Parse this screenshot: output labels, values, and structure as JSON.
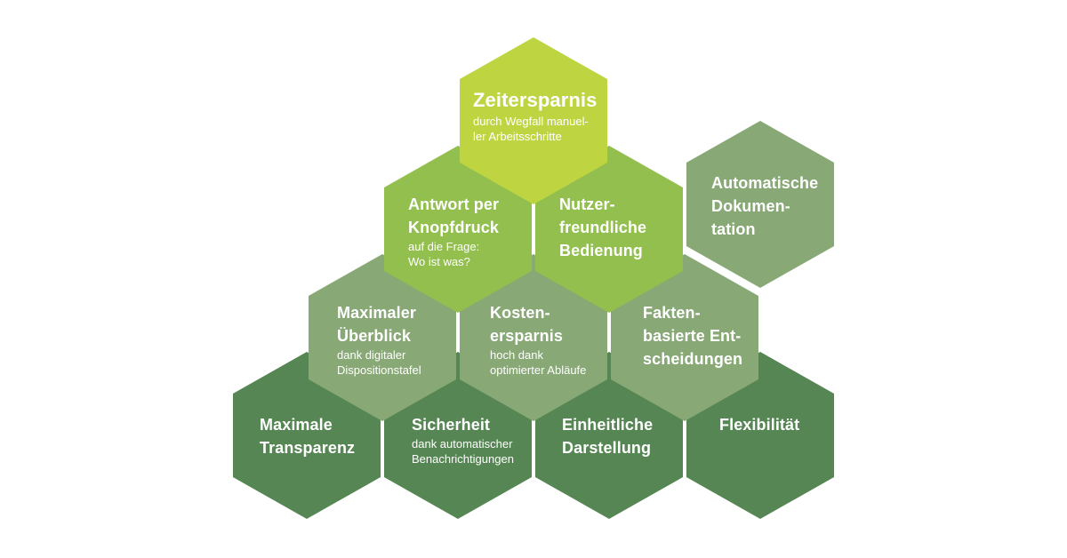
{
  "colors": {
    "lime": "#bed541",
    "light_green": "#92bf4d",
    "sage": "#88a876",
    "dark_green": "#568653",
    "overlap_lime_light": "#a6cb45",
    "overlap_light_sage": "#7aa83e",
    "overlap_sage_dark": "#6c9a62",
    "text": "#ffffff"
  },
  "hexagons": [
    {
      "id": "zeitersparnis",
      "title": "Zeitersparnis",
      "subtitle": "durch Wegfall manuel-\nler Arbeitsschritte"
    },
    {
      "id": "antwort",
      "title": "Antwort per\nKnopfdruck",
      "subtitle": "auf die Frage:\nWo ist was?"
    },
    {
      "id": "nutzerfreundlich",
      "title": "Nutzer-\nfreundliche\nBedienung",
      "subtitle": ""
    },
    {
      "id": "dokumentation",
      "title": "Automatische\nDokumen-\ntation",
      "subtitle": ""
    },
    {
      "id": "ueberblick",
      "title": "Maximaler\nÜberblick",
      "subtitle": "dank digitaler\nDispositionstafel"
    },
    {
      "id": "kostenersparnis",
      "title": "Kosten-\nersparnis",
      "subtitle": "hoch dank\noptimierter Abläufe"
    },
    {
      "id": "faktenbasiert",
      "title": "Fakten-\nbasierte Ent-\nscheidungen",
      "subtitle": ""
    },
    {
      "id": "transparenz",
      "title": "Maximale\nTransparenz",
      "subtitle": ""
    },
    {
      "id": "sicherheit",
      "title": "Sicherheit",
      "subtitle": "dank automatischer\nBenachrichtigungen"
    },
    {
      "id": "darstellung",
      "title": "Einheitliche\nDarstellung",
      "subtitle": ""
    },
    {
      "id": "flexibilitaet",
      "title": "Flexibilität",
      "subtitle": ""
    }
  ]
}
